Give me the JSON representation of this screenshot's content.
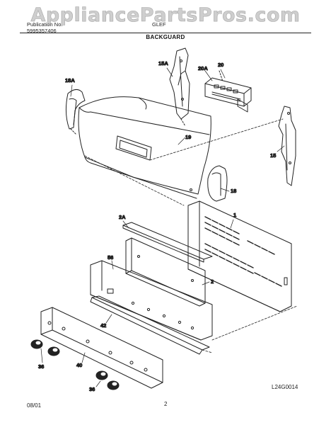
{
  "watermark": "AppliancePartsPros.com",
  "header": {
    "publication_label": "Publication No.",
    "publication_no": "5995357406",
    "model_no": "GLEF"
  },
  "section_title": "BACKGUARD",
  "callouts": {
    "c1": "1",
    "c2": "2",
    "c2a": "2A",
    "c15": "15",
    "c15a": "15A",
    "c18": "18",
    "c18a": "18A",
    "c19": "19",
    "c20": "20",
    "c20a": "20A",
    "c36a": "36",
    "c36b": "36",
    "c40": "40",
    "c42": "42",
    "c56": "56"
  },
  "footer": {
    "date": "08/01",
    "page": "2",
    "figure_code": "L24G0014"
  }
}
